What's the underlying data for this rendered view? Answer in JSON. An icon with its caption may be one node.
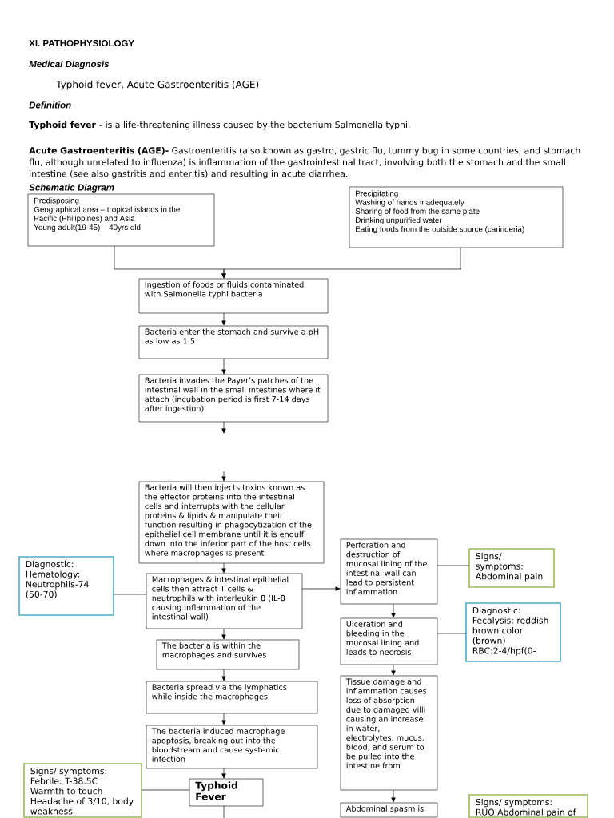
{
  "diagram": {
    "title": "XI. PATHOPHYSIOLOGY",
    "nodes": [
      {
        "text": [
          "Predisposing",
          "Geographical area – tropical islands in the Pacific (Philippines) and Asia",
          "Young adult(19-45) – 40yrs old"
        ]
      },
      {
        "text": [
          "Precipitating",
          "Washing of hands inadequately",
          "Sharing of food from the same plate",
          "Drinking unpurified water",
          "Eating foods from the outside source (carinderia)"
        ]
      },
      {
        "text": [
          "Ingestion of foods or fluids contaminated with Salmonella typhi bacteria"
        ]
      },
      {
        "text": [
          "Bacteria enter the stomach and survive a pH as low as 1.5"
        ]
      },
      {
        "text": [
          "Bacteria invades the Payer’s patches of the intestinal wall in the small intestines where it attach (incubation period is first 7-14 days after ingestion)"
        ]
      },
      {
        "text": [
          "Bacteria will then injects toxins known as the effector proteins into the intestinal cells and interrupts with the cellular proteins & lipids & manipulate their function resulting in phagocytization of the epithelial cell membrane until it is engulf down into the inferior part of the host cells where macrophages is present"
        ]
      },
      {
        "text": [
          "Macrophages & intestinal epithelial cells then attract T cells & neutrophils with interleukin 8 (IL-8 causing inflammation of the intestinal wall)"
        ]
      },
      {
        "text": [
          "Diagnostic:",
          "Hematology: Neutrophils-74 (50-70)"
        ]
      },
      {
        "text": [
          "Perforation and destruction of mucosal lining of the intestinal wall can lead to persistent inflammation"
        ]
      },
      {
        "text": [
          "Signs/ symptoms:",
          "Abdominal pain"
        ]
      },
      {
        "text": [
          "The bacteria is within the macrophages and survives"
        ]
      },
      {
        "text": [
          "Ulceration and bleeding in the mucosal lining and leads to necrosis"
        ]
      },
      {
        "text": [
          "Diagnostic:",
          "Fecalysis: reddish brown color (brown)",
          "RBC:2-4/hpf(0-"
        ]
      },
      {
        "text": [
          "Bacteria spread via the lymphatics while inside the macrophages"
        ]
      },
      {
        "text": [
          "Tissue damage and inflammation causes loss of absorption due to damaged villi causing an increase in water, electrolytes, mucus, blood, and serum to be pulled into the intestine from"
        ]
      },
      {
        "text": [
          "The bacteria induced macrophage apoptosis, breaking out into the bloodstream and cause systemic infection"
        ]
      },
      {
        "text": [
          "Typhoid Fever"
        ]
      },
      {
        "text": [
          "Signs/ symptoms:",
          "Febrile: T-38.5C",
          "Warmth to touch",
          "Headache of 3/10, body weakness"
        ]
      },
      {
        "text": [
          "Abdominal spasm is"
        ]
      },
      {
        "text": [
          "Signs/ symptoms:",
          "RUQ Abdominal pain of"
        ]
      }
    ],
    "edges": [
      {
        "from": 0,
        "to": 2,
        "arrow": "to"
      },
      {
        "from": 1,
        "to": 2,
        "arrow": "to"
      },
      {
        "from": 2,
        "to": 3,
        "arrow": "to"
      },
      {
        "from": 3,
        "to": 4,
        "arrow": "to"
      },
      {
        "from": 4,
        "to": null,
        "arrow": "to"
      },
      {
        "from": null,
        "to": 5,
        "arrow": "to"
      },
      {
        "from": 5,
        "to": 6,
        "arrow": "to"
      },
      {
        "from": 7,
        "to": 6,
        "arrow": "none"
      },
      {
        "from": 6,
        "to": 8,
        "arrow": "to"
      },
      {
        "from": 8,
        "to": 9,
        "arrow": "none"
      },
      {
        "from": 6,
        "to": 10,
        "arrow": "to"
      },
      {
        "from": 8,
        "to": 11,
        "arrow": "to"
      },
      {
        "from": 11,
        "to": 12,
        "arrow": "none"
      },
      {
        "from": 10,
        "to": 13,
        "arrow": "to"
      },
      {
        "from": 11,
        "to": 14,
        "arrow": "to"
      },
      {
        "from": 13,
        "to": 15,
        "arrow": "to"
      },
      {
        "from": 15,
        "to": 16,
        "arrow": "to"
      },
      {
        "from": 17,
        "to": 16,
        "arrow": "none"
      },
      {
        "from": 16,
        "to": null,
        "arrow": "none"
      },
      {
        "from": 14,
        "to": 18,
        "arrow": "to"
      }
    ],
    "labels": [
      "Medical Diagnosis",
      "Typhoid fever, Acute Gastroenteritis (AGE)",
      "Definition",
      "**Typhoid fever -** is a life-threatening illness caused by the bacterium Salmonella typhi.",
      "**Acute Gastroenteritis (AGE)-** Gastroenteritis (also known as gastro, gastric flu, tummy bug in some countries, and stomach flu, although unrelated to influenza) is inflammation of the gastrointestinal tract, involving both the stomach and the small intestine (see also gastritis and enteritis) and resulting in acute diarrhea.",
      "Schematic Diagram"
    ]
  }
}
